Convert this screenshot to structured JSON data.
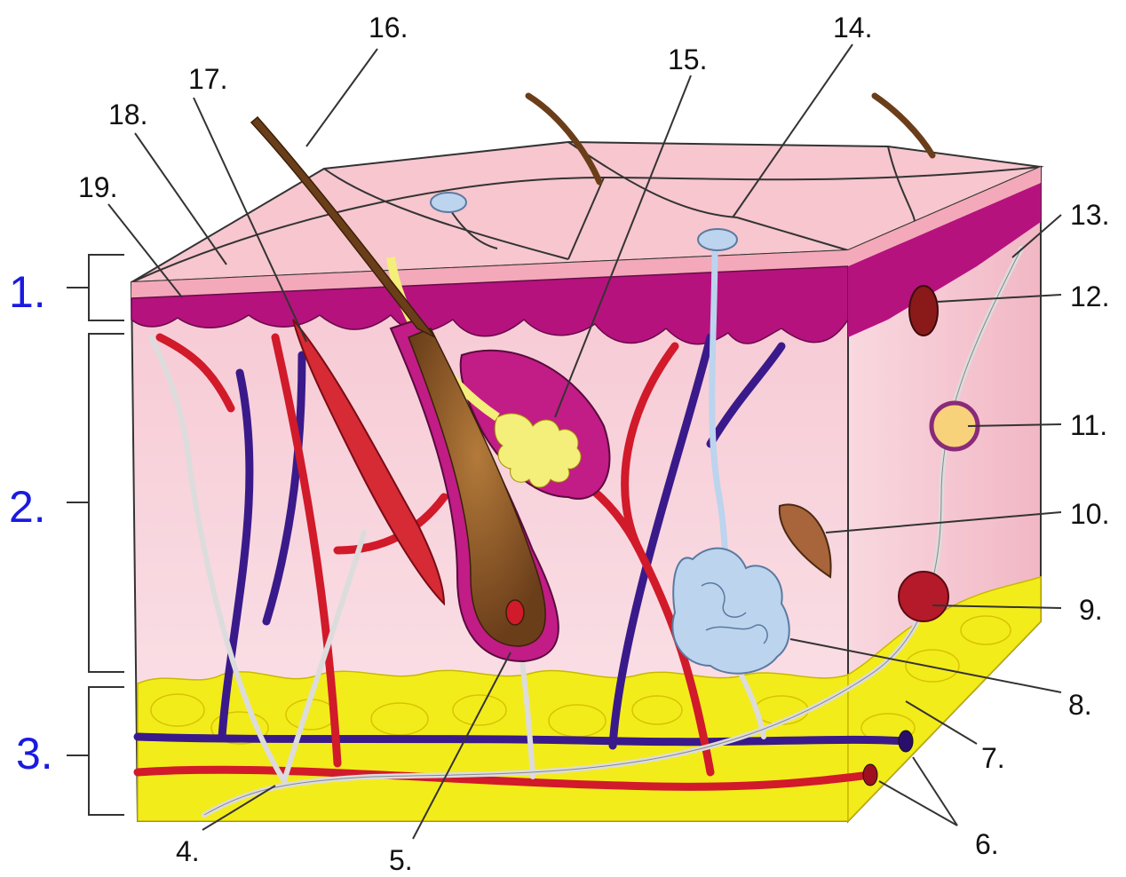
{
  "diagram": {
    "layers": [
      {
        "id": "layer-1",
        "label": "1."
      },
      {
        "id": "layer-2",
        "label": "2."
      },
      {
        "id": "layer-3",
        "label": "3."
      }
    ],
    "numbered_labels": [
      {
        "id": "label-4",
        "text": "4."
      },
      {
        "id": "label-5",
        "text": "5."
      },
      {
        "id": "label-6",
        "text": "6."
      },
      {
        "id": "label-7",
        "text": "7."
      },
      {
        "id": "label-8",
        "text": "8."
      },
      {
        "id": "label-9",
        "text": "9."
      },
      {
        "id": "label-10",
        "text": "10."
      },
      {
        "id": "label-11",
        "text": "11."
      },
      {
        "id": "label-12",
        "text": "12."
      },
      {
        "id": "label-13",
        "text": "13."
      },
      {
        "id": "label-14",
        "text": "14."
      },
      {
        "id": "label-15",
        "text": "15."
      },
      {
        "id": "label-16",
        "text": "16."
      },
      {
        "id": "label-17",
        "text": "17."
      },
      {
        "id": "label-18",
        "text": "18."
      },
      {
        "id": "label-19",
        "text": "19."
      }
    ],
    "colors": {
      "layer_number": "#1a1ae0",
      "label_text": "#111111",
      "epidermis_top": "#f7c6cf",
      "epidermis_band": "#b5127e",
      "dermis": "#f8d2dc",
      "hypodermis_fat": "#f3ec1b",
      "artery": "#d11a2a",
      "vein": "#3a1a8a",
      "nerve": "#e6e6e6",
      "hair": "#6b3e1a",
      "sweat_gland": "#bcd4ee"
    }
  }
}
